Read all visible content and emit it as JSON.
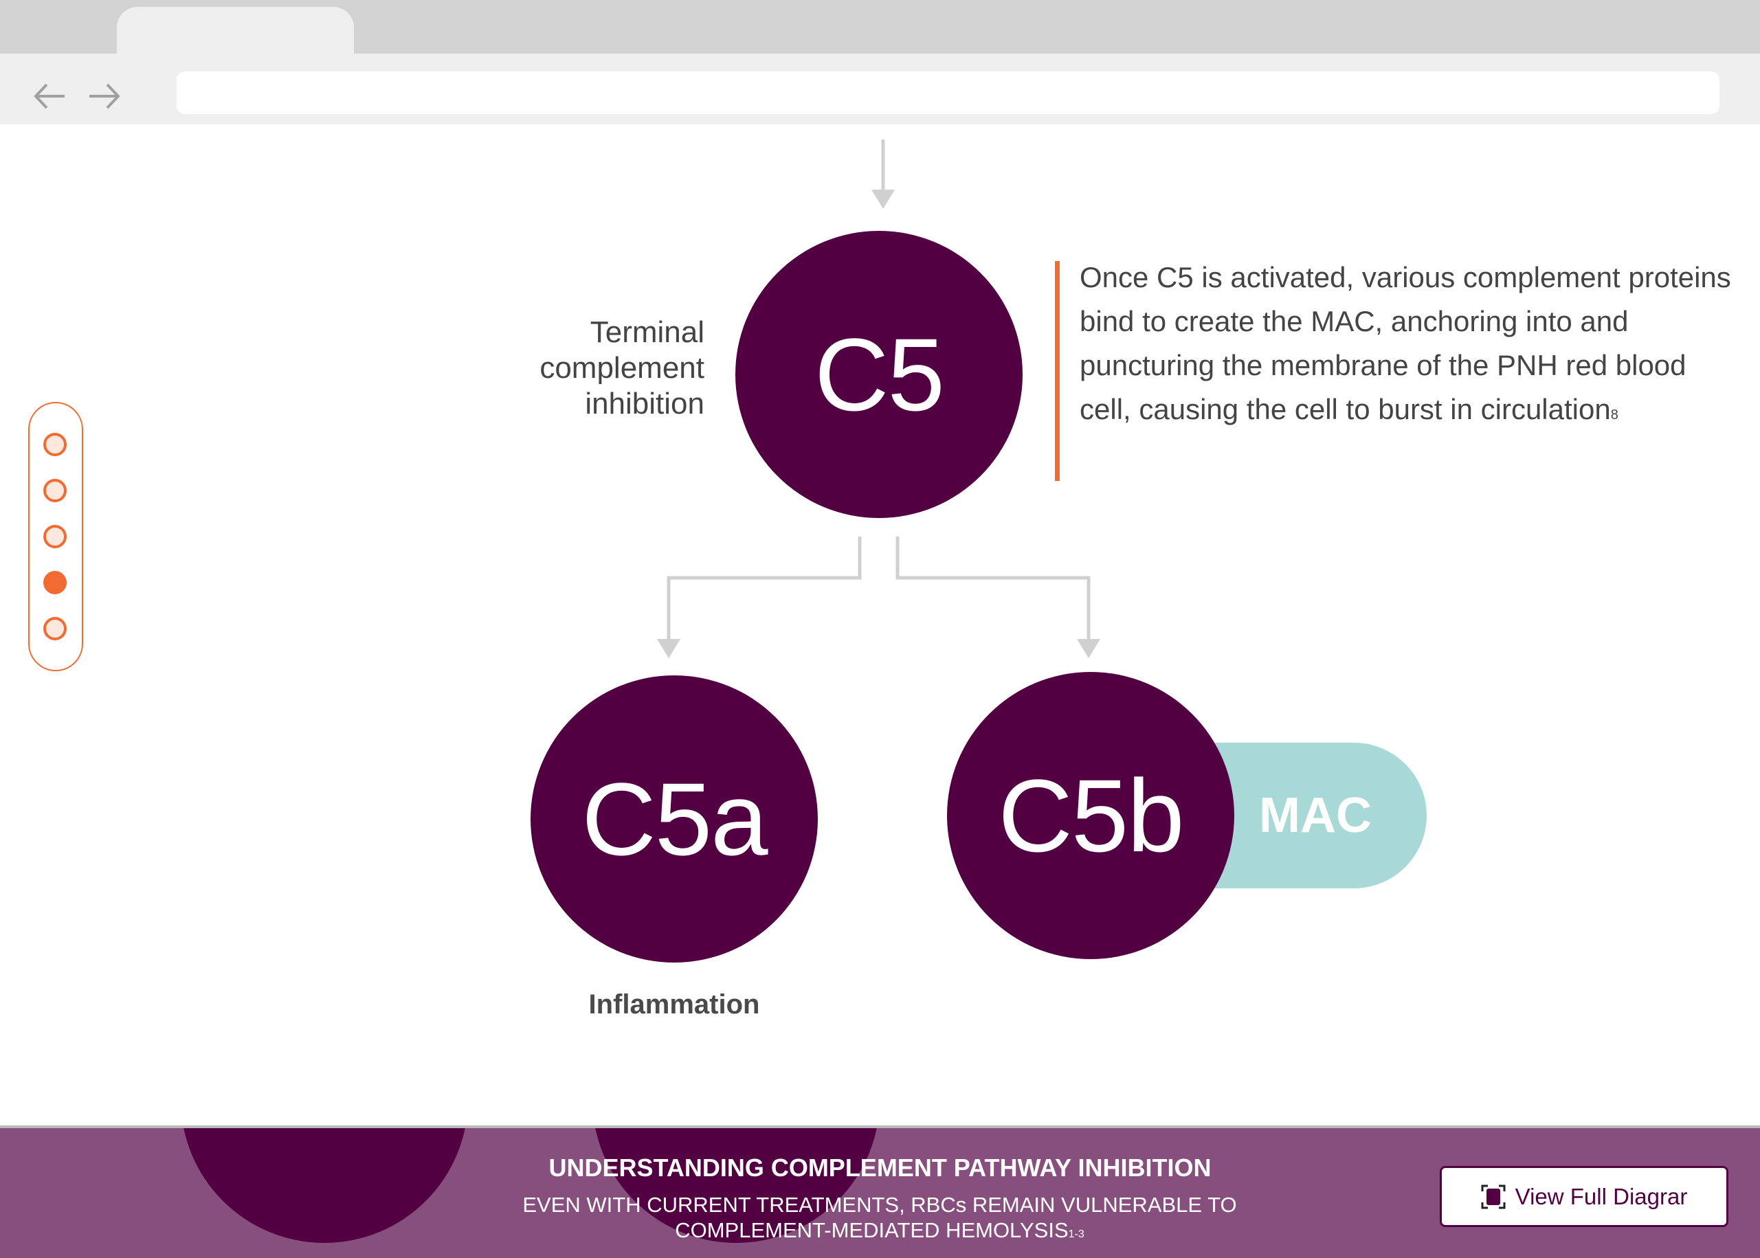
{
  "browser": {
    "back_icon": "arrow-left-icon",
    "forward_icon": "arrow-right-icon",
    "address": ""
  },
  "diagram": {
    "c5": "C5",
    "c5a": "C5a",
    "c5b": "C5b",
    "mac": "MAC",
    "terminal_label": [
      "Terminal",
      "complement",
      "inhibition"
    ],
    "description": "Once C5 is activated, various complement proteins bind to create the MAC, anchoring into and puncturing the membrane of the PNH red blood cell, causing the cell to burst in circulation",
    "description_ref": "8",
    "inflammation": "Inflammation"
  },
  "side_nav": {
    "count": 5,
    "active_index": 3
  },
  "footer": {
    "title": "UNDERSTANDING COMPLEMENT PATHWAY INHIBITION",
    "subtitle": "EVEN WITH CURRENT TREATMENTS, RBCs REMAIN VULNERABLE TO COMPLEMENT-MEDIATED HEMOLYSIS",
    "subtitle_ref": "1-3",
    "button": "View Full Diagrar"
  },
  "colors": {
    "purple": "#520041",
    "orange": "#f26b32",
    "teal": "#a9d9d6",
    "footer": "#874f7d"
  }
}
